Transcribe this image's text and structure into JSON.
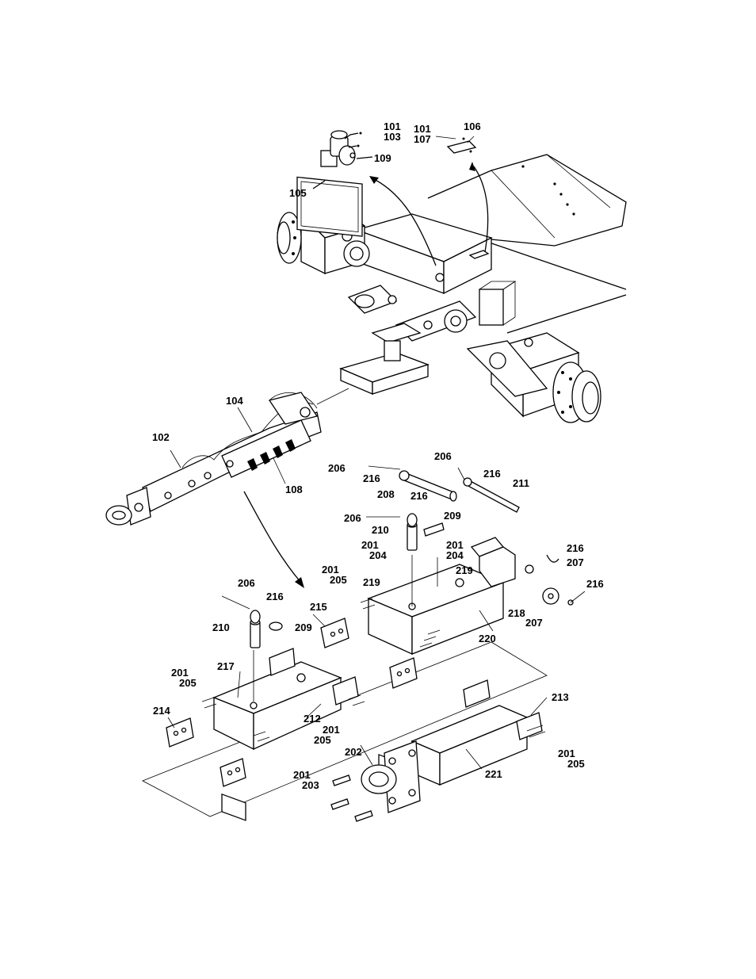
{
  "diagram": {
    "callouts": [
      {
        "id": "c101a",
        "text": "101"
      },
      {
        "id": "c103",
        "text": "103"
      },
      {
        "id": "c109",
        "text": "109"
      },
      {
        "id": "c105",
        "text": "105"
      },
      {
        "id": "c101b",
        "text": "101"
      },
      {
        "id": "c107",
        "text": "107"
      },
      {
        "id": "c106",
        "text": "106"
      },
      {
        "id": "c104",
        "text": "104"
      },
      {
        "id": "c102",
        "text": "102"
      },
      {
        "id": "c108",
        "text": "108"
      },
      {
        "id": "c206a",
        "text": "206"
      },
      {
        "id": "c216a",
        "text": "216"
      },
      {
        "id": "c206b",
        "text": "206"
      },
      {
        "id": "c216b",
        "text": "216"
      },
      {
        "id": "c211",
        "text": "211"
      },
      {
        "id": "c208",
        "text": "208"
      },
      {
        "id": "c216c",
        "text": "216"
      },
      {
        "id": "c206c",
        "text": "206"
      },
      {
        "id": "c209a",
        "text": "209"
      },
      {
        "id": "c210a",
        "text": "210"
      },
      {
        "id": "c201a",
        "text": "201"
      },
      {
        "id": "c204a",
        "text": "204"
      },
      {
        "id": "c201b",
        "text": "201"
      },
      {
        "id": "c204b",
        "text": "204"
      },
      {
        "id": "c219a",
        "text": "219"
      },
      {
        "id": "c201c",
        "text": "201"
      },
      {
        "id": "c205a",
        "text": "205"
      },
      {
        "id": "c219b",
        "text": "219"
      },
      {
        "id": "c216d",
        "text": "216"
      },
      {
        "id": "c207a",
        "text": "207"
      },
      {
        "id": "c216e",
        "text": "216"
      },
      {
        "id": "c218",
        "text": "218"
      },
      {
        "id": "c207b",
        "text": "207"
      },
      {
        "id": "c206d",
        "text": "206"
      },
      {
        "id": "c216f",
        "text": "216"
      },
      {
        "id": "c215",
        "text": "215"
      },
      {
        "id": "c210b",
        "text": "210"
      },
      {
        "id": "c209b",
        "text": "209"
      },
      {
        "id": "c220",
        "text": "220"
      },
      {
        "id": "c217",
        "text": "217"
      },
      {
        "id": "c201d",
        "text": "201"
      },
      {
        "id": "c205b",
        "text": "205"
      },
      {
        "id": "c214",
        "text": "214"
      },
      {
        "id": "c212",
        "text": "212"
      },
      {
        "id": "c201e",
        "text": "201"
      },
      {
        "id": "c205c",
        "text": "205"
      },
      {
        "id": "c213",
        "text": "213"
      },
      {
        "id": "c201f",
        "text": "201"
      },
      {
        "id": "c205d",
        "text": "205"
      },
      {
        "id": "c202",
        "text": "202"
      },
      {
        "id": "c221",
        "text": "221"
      },
      {
        "id": "c201g",
        "text": "201"
      },
      {
        "id": "c203",
        "text": "203"
      }
    ]
  }
}
